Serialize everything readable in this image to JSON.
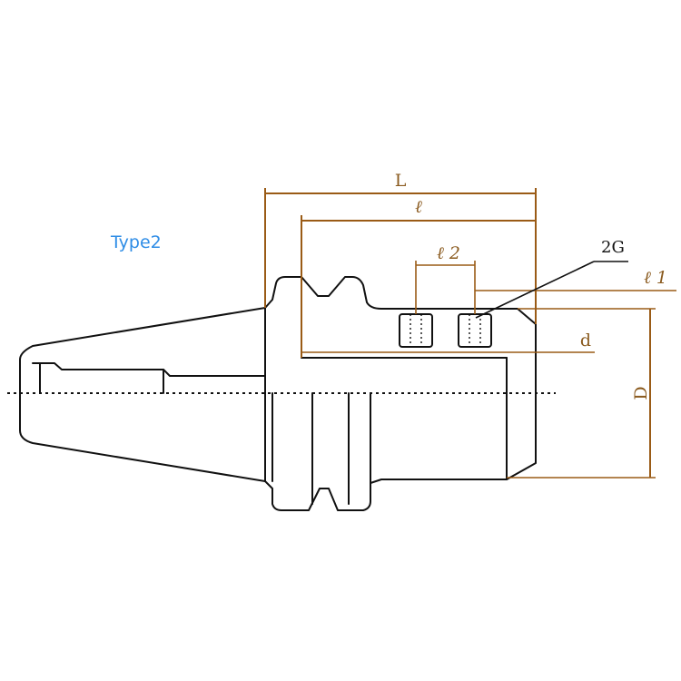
{
  "figure": {
    "type_label": "Type2",
    "dimensions": {
      "L": "L",
      "l": "ℓ",
      "l2": "ℓ 2",
      "l1": "ℓ 1",
      "d": "d",
      "D": "D"
    },
    "callout": "2G",
    "colors": {
      "outline": "#111111",
      "dimension": "#9a5b16",
      "type_label": "#2f8de6"
    }
  }
}
